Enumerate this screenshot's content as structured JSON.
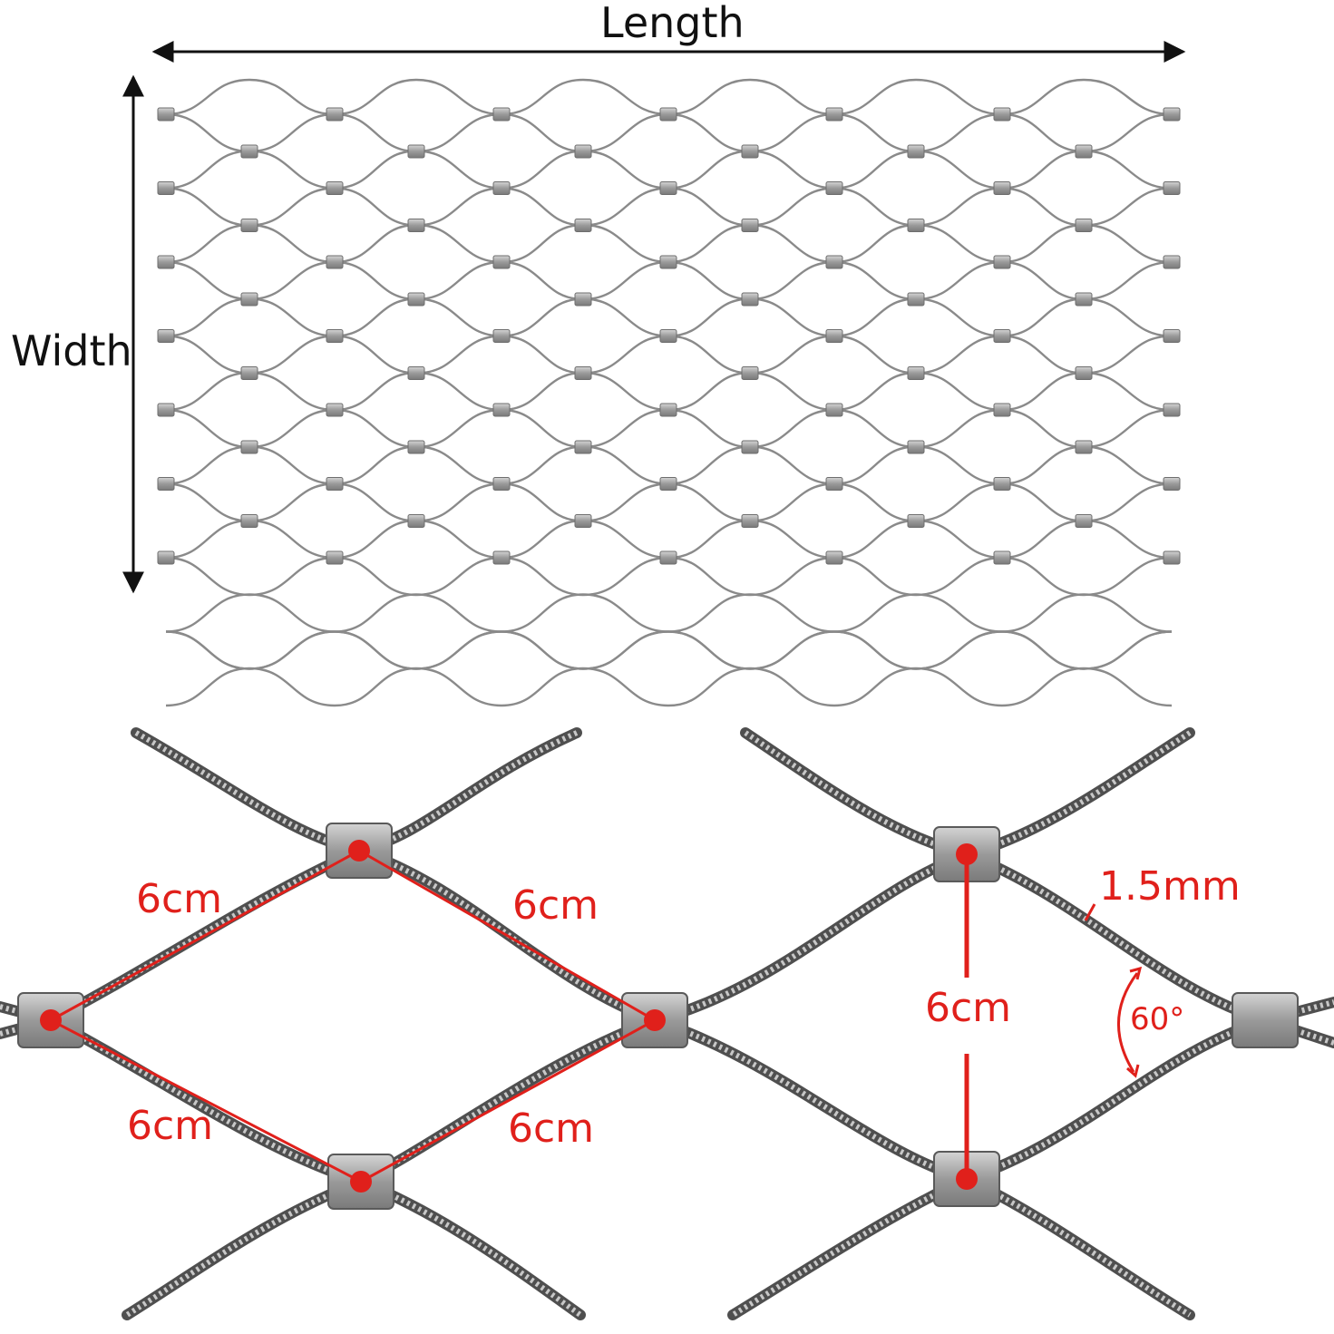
{
  "overview": {
    "length_label": "Length",
    "width_label": "Width"
  },
  "detail": {
    "mesh_side_labels": [
      "6cm",
      "6cm",
      "6cm",
      "6cm"
    ],
    "mesh_height_label": "6cm",
    "wire_diameter_label": "1.5mm",
    "angle_label": "60°"
  },
  "colors": {
    "annotation": "#e0201b",
    "wire": "#8a8a8a",
    "wire_dark": "#555555",
    "ferrule": "#a9a9a9",
    "arrow": "#111111"
  }
}
